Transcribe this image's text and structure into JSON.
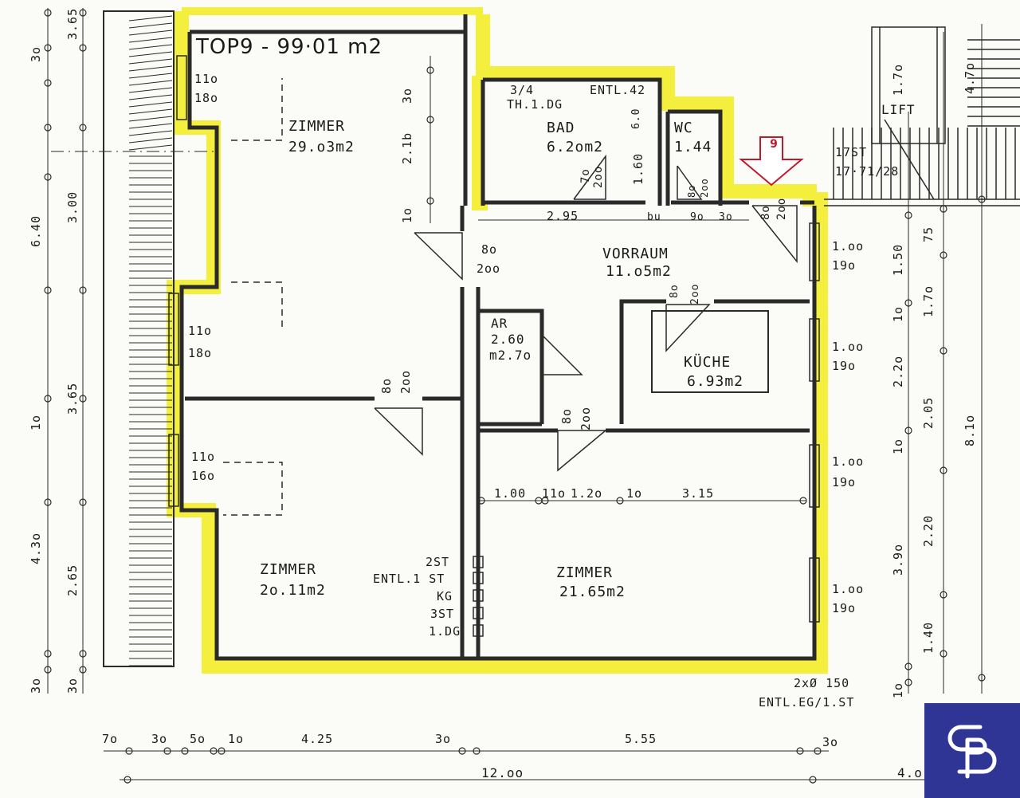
{
  "plan": {
    "title": "TOP9 - 99·01 m2",
    "marker": "9",
    "rooms": [
      {
        "name": "ZIMMER",
        "area": "29.o3m2"
      },
      {
        "name": "BAD",
        "area": "6.2om2"
      },
      {
        "name": "WC",
        "area": "1.44"
      },
      {
        "name": "VORRAUM",
        "area": "11.o5m2"
      },
      {
        "name": "AR",
        "area": "2.60",
        "extra": "m2.7o"
      },
      {
        "name": "KÜCHE",
        "area": "6.93m2"
      },
      {
        "name": "ZIMMER",
        "area": "2o.11m2"
      },
      {
        "name": "ZIMMER",
        "area": "21.65m2"
      }
    ],
    "elevator": "LIFT",
    "stairs": [
      "17ST",
      "17·71/28"
    ],
    "notes": {
      "bad_top": "3/4",
      "bad_sub": "TH.1.DG",
      "entl_top": "ENTL.42",
      "shaft": [
        "2ST",
        "ENTL.1 ST",
        "KG",
        "3ST",
        "1.DG"
      ],
      "bottom_right": "2xØ 150",
      "bottom_right_2": "ENTL.EG/1.ST"
    },
    "windows_left": [
      [
        "11o",
        "18o"
      ],
      [
        "11o",
        "18o"
      ],
      [
        "11o",
        "16o"
      ]
    ],
    "windows_right": [
      [
        "1.oo",
        "19o"
      ],
      [
        "1.oo",
        "19o"
      ],
      [
        "1.oo",
        "19o"
      ],
      [
        "1.oo",
        "19o"
      ]
    ],
    "doors": [
      [
        "8o",
        "2oo"
      ],
      [
        "8o",
        "2oo"
      ],
      [
        "8o",
        "2oo"
      ],
      [
        "8o",
        "2oo"
      ],
      [
        "7o",
        "2oo"
      ],
      [
        "8o",
        "2oo"
      ],
      [
        "8o",
        "2oo"
      ]
    ],
    "interior_dims": [
      "2.95",
      "bu",
      "9o",
      "3o",
      "1.00",
      "11o",
      "1.2o",
      "1o",
      "3.15"
    ],
    "left_dims": [
      "3o",
      "3.65",
      "6.40",
      "3.00",
      "3.65",
      "1o",
      "4.3o",
      "2.65",
      "3o",
      "3o"
    ],
    "right_dims": [
      "4.7o",
      "1.7o",
      "75",
      "1.50",
      "1.7o",
      "1o",
      "2.2o",
      "2.05",
      "1o",
      "3.9o",
      "2.20",
      "1.40",
      "8.1o",
      "1o"
    ],
    "inner_dims": [
      "3o",
      "2.1b",
      "1o",
      "6.0",
      "1.60"
    ],
    "bottom_dims": [
      "7o",
      "3o",
      "5o",
      "1o",
      "4.25",
      "3o",
      "5.55",
      "3o"
    ],
    "total_width": "12.oo",
    "total_right": "4.o"
  },
  "colors": {
    "highlight": "#f4ee3c",
    "wall": "#2a2a2a",
    "marker": "#c0192b",
    "logo_bg": "#2f3594"
  }
}
